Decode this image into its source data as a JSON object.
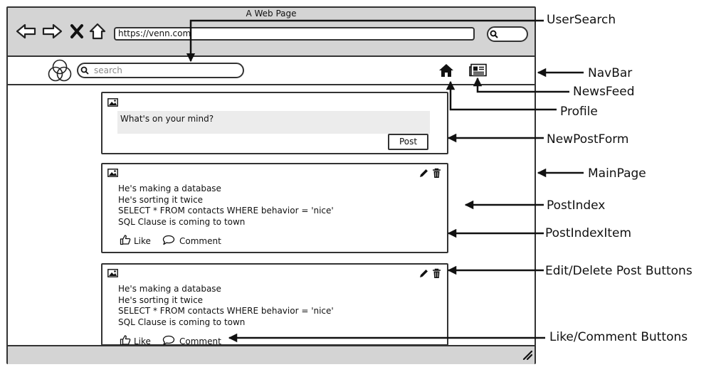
{
  "browser": {
    "window_title": "A Web Page",
    "url": "https://venn.com",
    "icons": [
      "back-arrow-icon",
      "forward-arrow-icon",
      "close-x-icon",
      "home-outline-icon"
    ]
  },
  "navbar": {
    "logo": "venn-logo-icon",
    "search_placeholder": "search",
    "home_icon": "home-icon",
    "newsfeed_icon": "newspaper-icon"
  },
  "new_post_form": {
    "placeholder": "What's on your mind?",
    "post_label": "Post"
  },
  "posts": [
    {
      "lines": [
        "He's making a database",
        "He's sorting it twice",
        "SELECT * FROM contacts WHERE behavior = 'nice'",
        "SQL Clause is coming to town"
      ],
      "like_label": "Like",
      "comment_label": "Comment"
    },
    {
      "lines": [
        "He's making a database",
        "He's sorting it twice",
        "SELECT * FROM contacts WHERE behavior = 'nice'",
        "SQL Clause is coming to town"
      ],
      "like_label": "Like",
      "comment_label": "Comment"
    }
  ],
  "annotations": {
    "user_search": "UserSearch",
    "navbar": "NavBar",
    "newsfeed": "NewsFeed",
    "profile": "Profile",
    "new_post_form": "NewPostForm",
    "main_page": "MainPage",
    "post_index": "PostIndex",
    "post_index_item": "PostIndexItem",
    "edit_delete": "Edit/Delete Post Buttons",
    "like_comment": "Like/Comment Buttons"
  }
}
